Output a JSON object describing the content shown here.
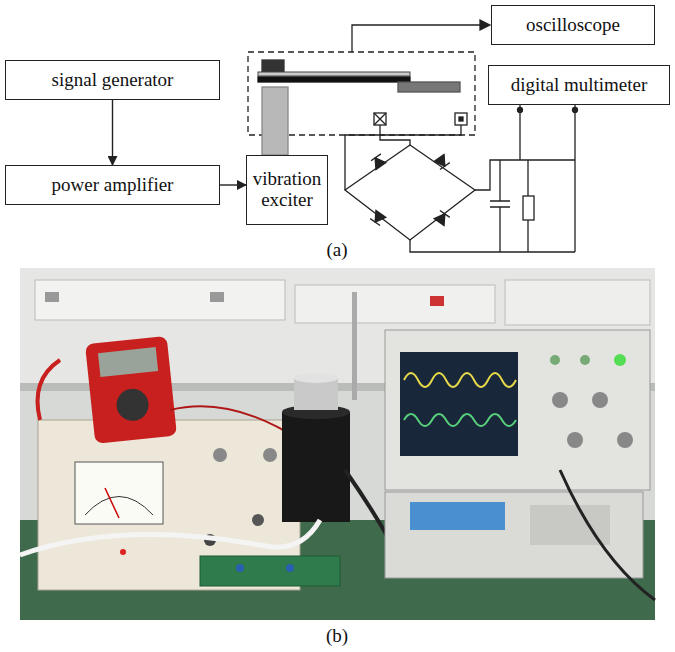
{
  "diagram": {
    "nodes": [
      {
        "text": [
          "oscilloscope"
        ]
      },
      {
        "text": [
          "signal generator"
        ]
      },
      {
        "text": [
          "digital multimeter"
        ]
      },
      {
        "text": [
          "power amplifier"
        ]
      },
      {
        "text": [
          "vibration exciter"
        ]
      }
    ],
    "edges": [
      {
        "from": 1,
        "to": 3,
        "arrow": "to"
      },
      {
        "from": 3,
        "to": 4,
        "arrow": "to"
      }
    ],
    "labels": [
      "(a)",
      "(b)"
    ]
  }
}
